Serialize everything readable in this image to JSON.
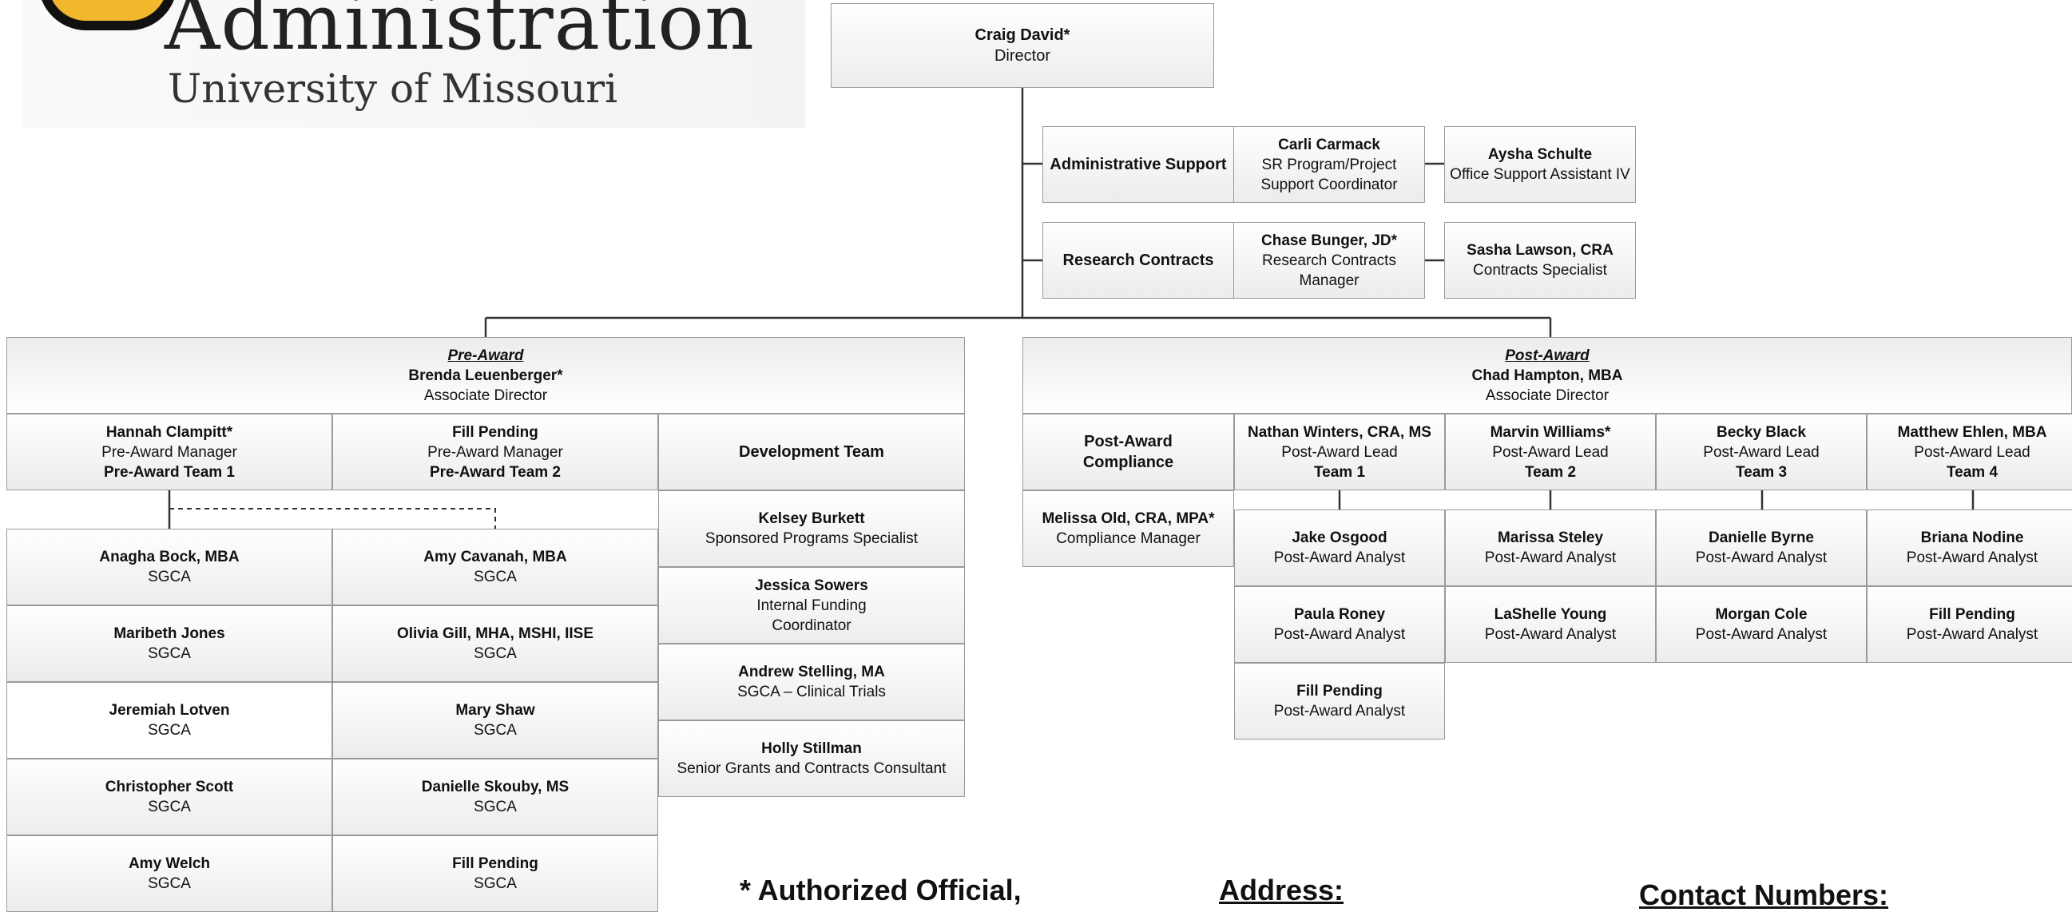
{
  "logo": {
    "title": "Administration",
    "subtitle": "University of Missouri"
  },
  "director": {
    "name": "Craig David*",
    "title": "Director"
  },
  "admin_support": {
    "unit": "Administrative Support",
    "lead": {
      "name": "Carli Carmack",
      "title": "SR Program/Project Support Coordinator"
    },
    "staff": {
      "name": "Aysha Schulte",
      "title": "Office Support Assistant IV"
    }
  },
  "research_contracts": {
    "unit": "Research Contracts",
    "lead": {
      "name": "Chase Bunger, JD*",
      "title": "Research Contracts Manager"
    },
    "staff": {
      "name": "Sasha Lawson, CRA",
      "title": "Contracts Specialist"
    }
  },
  "pre_award": {
    "heading": "Pre-Award",
    "name": "Brenda Leuenberger*",
    "title": "Associate Director",
    "team1": {
      "name": "Hannah Clampitt*",
      "title": "Pre-Award Manager",
      "team": "Pre-Award Team 1"
    },
    "team2": {
      "name": "Fill Pending",
      "title": "Pre-Award Manager",
      "team": "Pre-Award Team 2"
    },
    "team1_members": [
      {
        "name": "Anagha Bock, MBA",
        "title": "SGCA"
      },
      {
        "name": "Maribeth Jones",
        "title": "SGCA"
      },
      {
        "name": "Jeremiah Lotven",
        "title": "SGCA"
      },
      {
        "name": "Christopher Scott",
        "title": "SGCA"
      },
      {
        "name": "Amy Welch",
        "title": "SGCA"
      }
    ],
    "team2_members": [
      {
        "name": "Amy Cavanah, MBA",
        "title": "SGCA"
      },
      {
        "name": "Olivia Gill, MHA, MSHI, IISE",
        "title": "SGCA"
      },
      {
        "name": "Mary Shaw",
        "title": "SGCA"
      },
      {
        "name": "Danielle Skouby, MS",
        "title": "SGCA"
      },
      {
        "name": "Fill Pending",
        "title": "SGCA"
      }
    ],
    "dev_team": {
      "heading": "Development Team",
      "members": [
        {
          "name": "Kelsey Burkett",
          "title": "Sponsored Programs Specialist"
        },
        {
          "name": "Jessica Sowers",
          "title": "Internal Funding Coordinator"
        },
        {
          "name": "Andrew Stelling, MA",
          "title": "SGCA – Clinical Trials"
        },
        {
          "name": "Holly Stillman",
          "title": "Senior Grants and Contracts Consultant"
        }
      ]
    }
  },
  "post_award": {
    "heading": "Post-Award",
    "name": "Chad Hampton, MBA",
    "title": "Associate Director",
    "compliance": {
      "unit": "Post-Award Compliance",
      "name": "Melissa Old, CRA, MPA*",
      "title": "Compliance Manager"
    },
    "teams": [
      {
        "name": "Nathan Winters, CRA, MS",
        "title": "Post-Award Lead",
        "team": "Team 1",
        "members": [
          {
            "name": "Jake Osgood",
            "title": "Post-Award Analyst"
          },
          {
            "name": "Paula Roney",
            "title": "Post-Award Analyst"
          },
          {
            "name": "Fill Pending",
            "title": "Post-Award Analyst"
          }
        ]
      },
      {
        "name": "Marvin Williams*",
        "title": "Post-Award Lead",
        "team": "Team 2",
        "members": [
          {
            "name": "Marissa Steley",
            "title": "Post-Award Analyst"
          },
          {
            "name": "LaShelle Young",
            "title": "Post-Award Analyst"
          }
        ]
      },
      {
        "name": "Becky Black",
        "title": "Post-Award Lead",
        "team": "Team 3",
        "members": [
          {
            "name": "Danielle Byrne",
            "title": "Post-Award Analyst"
          },
          {
            "name": "Morgan Cole",
            "title": "Post-Award Analyst"
          }
        ]
      },
      {
        "name": "Matthew Ehlen, MBA",
        "title": "Post-Award Lead",
        "team": "Team 4",
        "members": [
          {
            "name": "Briana Nodine",
            "title": "Post-Award Analyst"
          },
          {
            "name": "Fill Pending",
            "title": "Post-Award Analyst"
          }
        ]
      }
    ]
  },
  "footer": {
    "note": "* Authorized Official,",
    "address_heading": "Address:",
    "contact_heading": "Contact Numbers:"
  }
}
